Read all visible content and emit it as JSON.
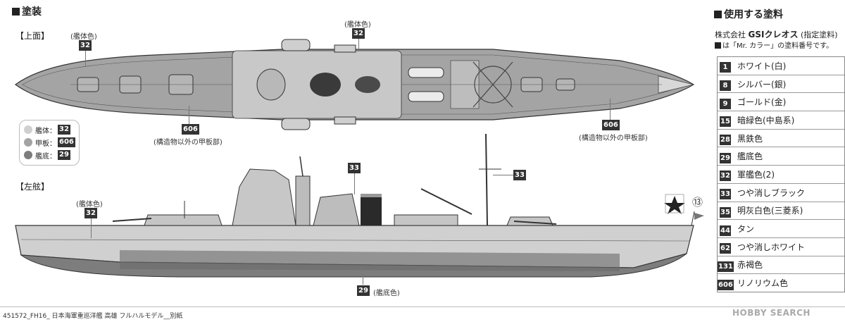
{
  "title": "塗装",
  "views": {
    "top": {
      "heading": "【上面】"
    },
    "side": {
      "heading": "【左舷】"
    }
  },
  "callouts": {
    "top_hull_label": "(艦体色)",
    "top_hull_code": "32",
    "top_center_label": "(艦体色)",
    "top_center_code": "32",
    "top_deck_code_left": "606",
    "top_deck_label_left": "(構造物以外の甲板部)",
    "top_deck_code_right": "606",
    "top_deck_label_right": "(構造物以外の甲板部)",
    "side_hull_label": "(艦体色)",
    "side_hull_code": "32",
    "side_funnel_code": "33",
    "side_mast_code": "33",
    "side_bottom_code": "29",
    "side_bottom_label": "(艦底色)",
    "flag_number": "⑬"
  },
  "legend": [
    {
      "name": "艦体",
      "code": "32",
      "color": "#d0d0d0"
    },
    {
      "name": "甲板",
      "code": "606",
      "color": "#a3a3a3"
    },
    {
      "name": "艦底",
      "code": "29",
      "color": "#7d7d7d"
    }
  ],
  "panel": {
    "title": "使用する塗料",
    "company": "株式会社",
    "company_brand": "GSIクレオス",
    "company_suffix": "(指定塗料)",
    "note": "は「Mr. カラー」の塗料番号です。",
    "paints": [
      {
        "code": "1",
        "name": "ホワイト(白)"
      },
      {
        "code": "8",
        "name": "シルバー(銀)"
      },
      {
        "code": "9",
        "name": "ゴールド(金)"
      },
      {
        "code": "15",
        "name": "暗緑色(中島系)"
      },
      {
        "code": "28",
        "name": "黒鉄色"
      },
      {
        "code": "29",
        "name": "艦底色"
      },
      {
        "code": "32",
        "name": "軍艦色(2)"
      },
      {
        "code": "33",
        "name": "つや消しブラック"
      },
      {
        "code": "35",
        "name": "明灰白色(三菱系)"
      },
      {
        "code": "44",
        "name": "タン"
      },
      {
        "code": "62",
        "name": "つや消しホワイト"
      },
      {
        "code": "131",
        "name": "赤褐色"
      },
      {
        "code": "606",
        "name": "リノリウム色"
      }
    ]
  },
  "footer": "451572_FH16_ 日本海軍重巡洋艦 高雄 フルハルモデル__別紙",
  "watermark": "HOBBY SEARCH"
}
